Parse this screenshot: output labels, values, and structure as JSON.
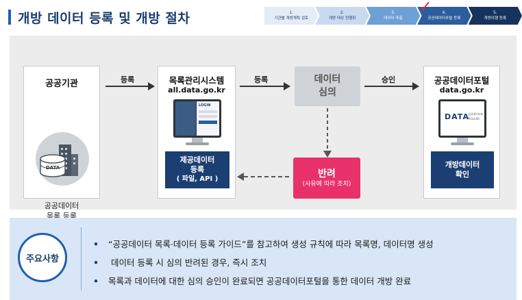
{
  "header": {
    "title": "개방 데이터 등록 및 개방 절차"
  },
  "steps": [
    {
      "num": "1.",
      "label": "기관별 개방계획 검토"
    },
    {
      "num": "2.",
      "label": "개방 대상 현행화"
    },
    {
      "num": "3.",
      "label": "데이터 추출"
    },
    {
      "num": "4.",
      "label": "공공데이터포털 등록"
    },
    {
      "num": "5.",
      "label": "개방이행 등록"
    }
  ],
  "current_step_marker": "✓",
  "flow": {
    "agency": {
      "title": "공공기관",
      "db_label": "DATA",
      "bottom_line1": "공공데이터",
      "bottom_line2": "목록 등록"
    },
    "arrow1_label": "등록",
    "catalog": {
      "title": "목록관리시스템",
      "subtitle": "all.data.go.kr",
      "screen_brand": "LOGIN",
      "action_line1": "제공데이터",
      "action_line2": "등록",
      "action_line3": "( 파일, API )"
    },
    "arrow2_label": "등록",
    "review": {
      "line1": "데이터",
      "line2": "심의"
    },
    "arrow3_label": "승인",
    "reject": {
      "title": "반려",
      "detail": "(사유에 따라 조치)"
    },
    "portal": {
      "title": "공공데이터포털",
      "subtitle": "data.go.kr",
      "screen_logo": "DATA",
      "screen_text": "공공데이터포털",
      "screen_url": "GO.KR",
      "action_line1": "개방데이터",
      "action_line2": "확인"
    }
  },
  "notes": {
    "label": "주요사항",
    "bullet": "•",
    "items": [
      "“공공데이터 목록·데이터 등록 가이드”를 참고하여 생성 규칙에 따라 목록명, 데이터명 생성",
      " 데이터 등록 시 심의 반려된 경우, 즉시 조치",
      "목록과 데이터에 대한 심의 승인이 완료되면 공공데이터포털을 통한 데이터 개방 완료"
    ]
  },
  "colors": {
    "accent": "#1f5fb0",
    "navy": "#1b3f72",
    "reject": "#e8316b",
    "check": "#e0242b"
  }
}
